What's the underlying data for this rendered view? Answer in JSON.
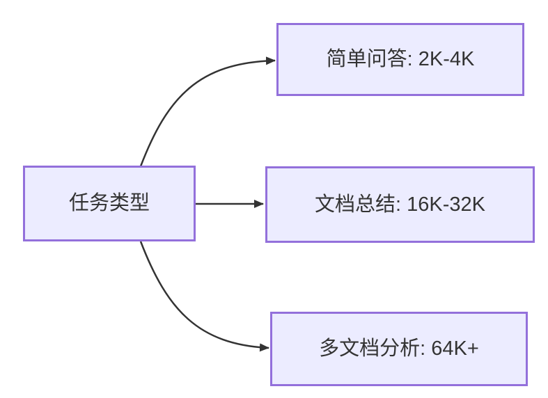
{
  "nodes": {
    "root": {
      "label": "任务类型"
    },
    "branches": [
      {
        "label": "简单问答: 2K-4K"
      },
      {
        "label": "文档总结: 16K-32K"
      },
      {
        "label": "多文档分析: 64K+"
      }
    ]
  },
  "colors": {
    "background": "#FFFFFF",
    "node_fill": "#ECECFF",
    "node_border": "#9370DB",
    "edge_line": "#333333",
    "text": "#333333"
  }
}
